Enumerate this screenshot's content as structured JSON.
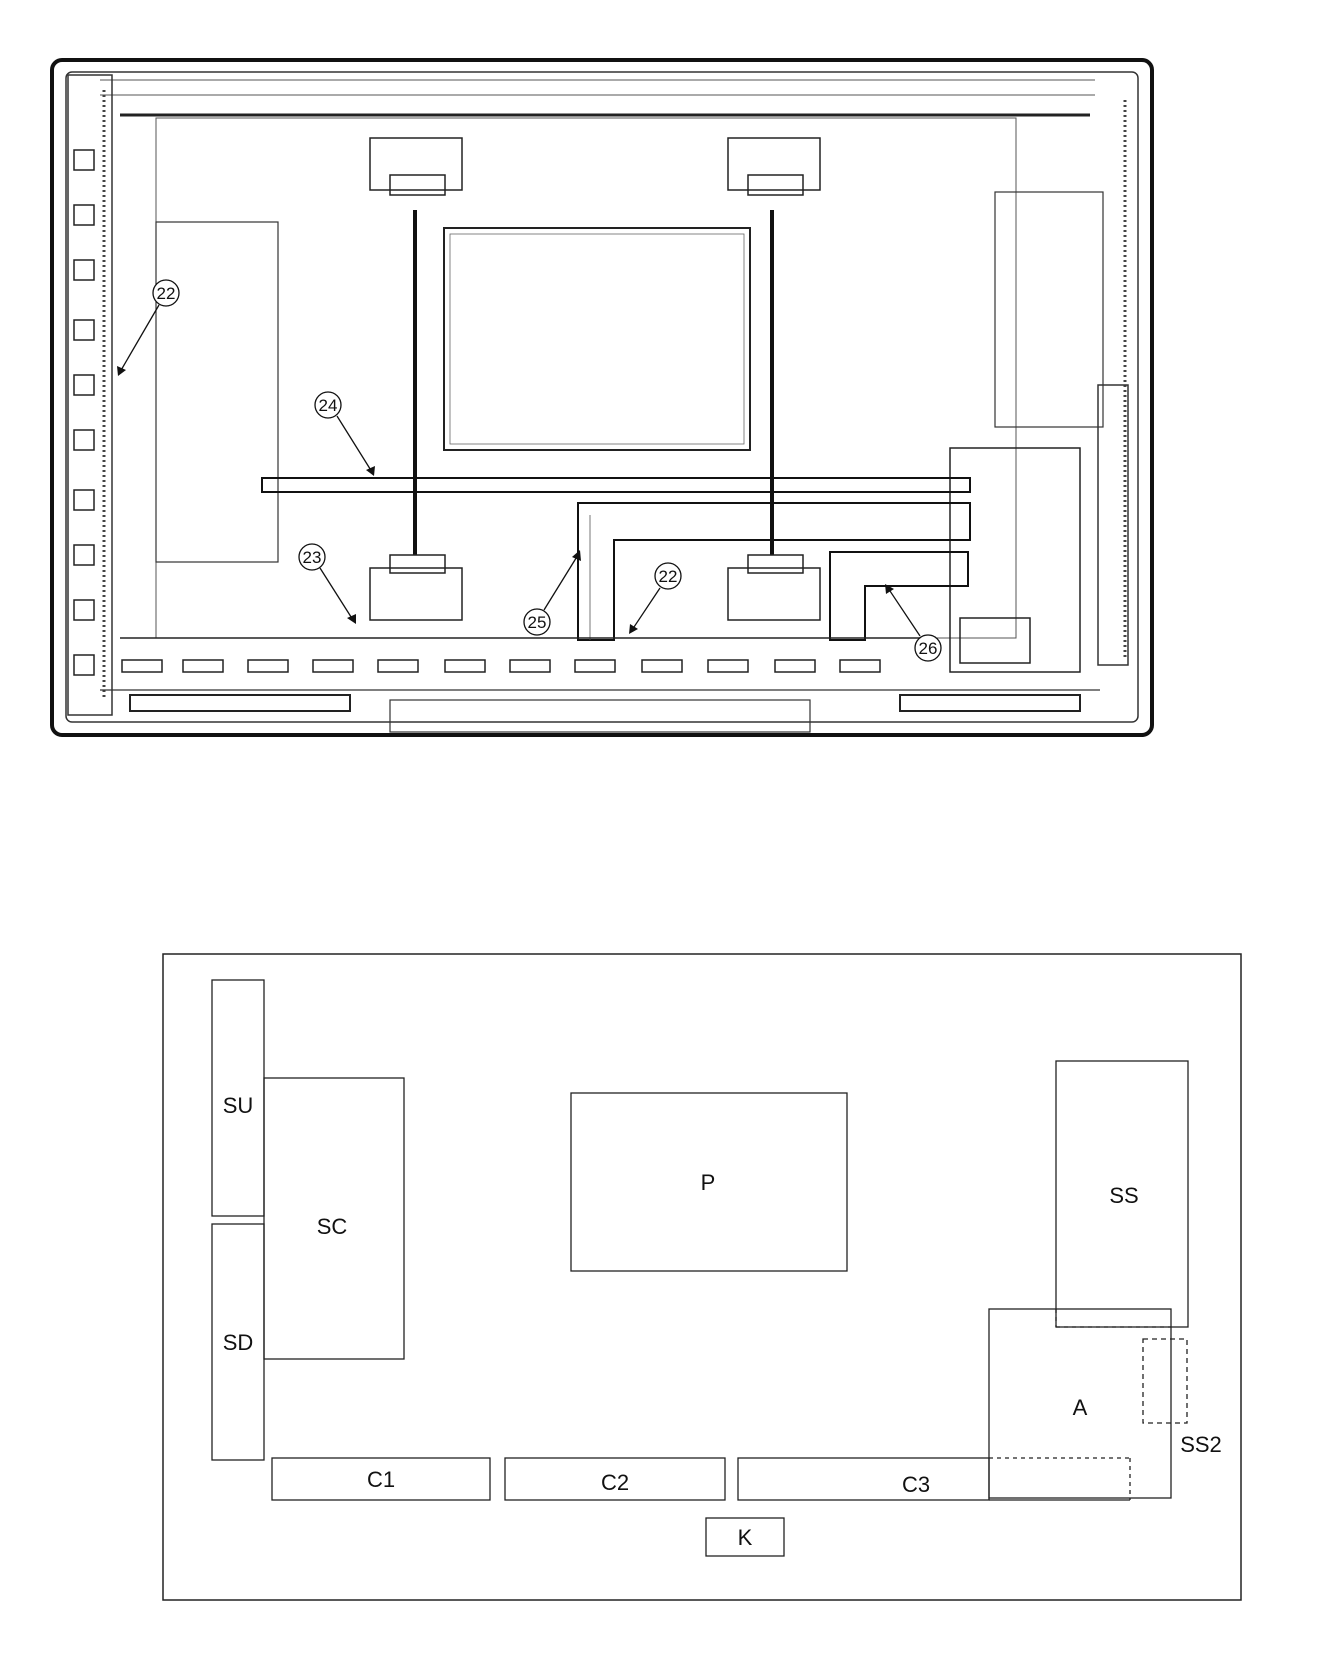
{
  "callouts": [
    {
      "id": "c22a",
      "label": "22"
    },
    {
      "id": "c24",
      "label": "24"
    },
    {
      "id": "c23",
      "label": "23"
    },
    {
      "id": "c25",
      "label": "25"
    },
    {
      "id": "c22b",
      "label": "22"
    },
    {
      "id": "c26",
      "label": "26"
    }
  ],
  "boards": {
    "SU": "SU",
    "SC": "SC",
    "SD": "SD",
    "P": "P",
    "SS": "SS",
    "A": "A",
    "SS2": "SS2",
    "C1": "C1",
    "C2": "C2",
    "C3": "C3",
    "K": "K"
  }
}
